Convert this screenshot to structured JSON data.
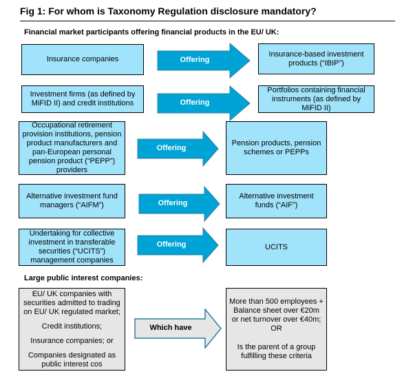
{
  "title": "Fig 1: For whom is Taxonomy Regulation disclosure mandatory?",
  "sections": {
    "financial": "Financial market participants offering financial products in the EU/ UK:",
    "large": "Large public interest companies:"
  },
  "colors": {
    "box_blue": "#a1e3fa",
    "arrow_blue": "#00a3d6",
    "arrow_border": "#2c7fa1",
    "box_grey": "#e6e6e6"
  },
  "rows": [
    {
      "left": "Insurance companies",
      "arrow": "Offering",
      "right": "Insurance-based investment products (“IBIP”)"
    },
    {
      "left": "Investment firms (as defined by MiFID II) and credit institutions",
      "arrow": "Offering",
      "right": "Portfolios containing financial instruments (as defined by MiFID II)"
    },
    {
      "left": "Occupational retirement provision institutions, pension product manufacturers and pan-European personal pension product (“PEPP”) providers",
      "arrow": "Offering",
      "right": "Pension products, pension schemes or PEPPs"
    },
    {
      "left": "Alternative investment fund managers (“AIFM”)",
      "arrow": "Offering",
      "right": "Alternative investment funds (“AIF”)"
    },
    {
      "left": "Undertaking for collective investment in transferable securities (“UCITS”) management companies",
      "arrow": "Offering",
      "right": "UCITS"
    }
  ],
  "large": {
    "left": [
      "EU/ UK companies with securities admitted to trading on EU/ UK regulated market;",
      "Credit institutions;",
      "Insurance companies; or",
      "Companies designated as public interest cos"
    ],
    "arrow": "Which have",
    "right": [
      "More than 500 employees + Balance sheet over €20m or net turnover over €40m; OR",
      "Is the parent of a group fulfilling these criteria"
    ]
  }
}
